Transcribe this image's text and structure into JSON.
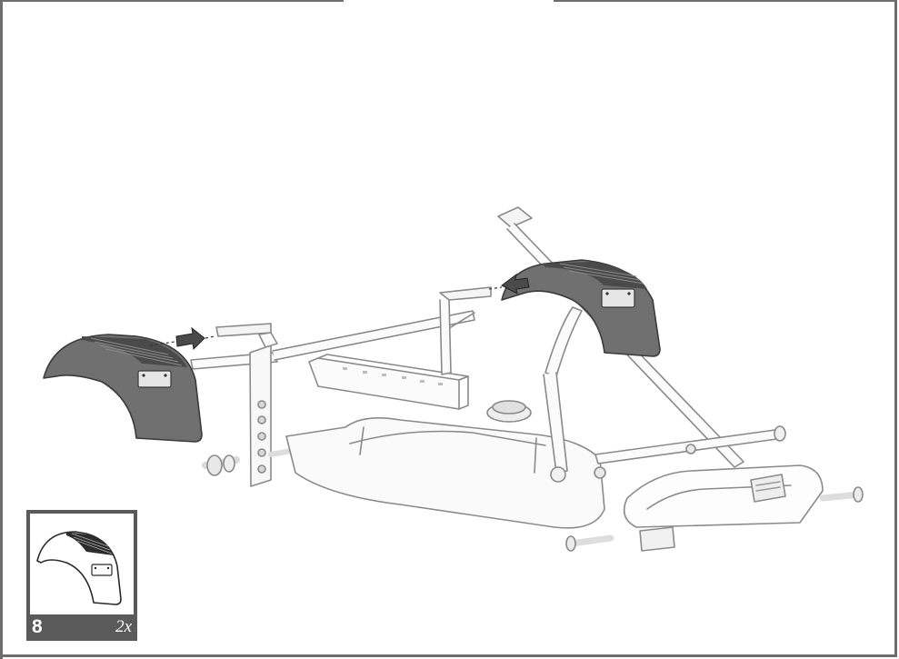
{
  "parts_box": {
    "part_number": "8",
    "quantity": "2x",
    "icon": "mudguard-icon"
  },
  "illustration": {
    "subject": "go-kart-frame",
    "parts": [
      "left-mudguard",
      "right-mudguard"
    ],
    "arrows": [
      "arrow-right",
      "arrow-left"
    ],
    "colors": {
      "frame": "#6e6e6e",
      "mudguard": "#707070",
      "part_box": "#5a5a5a",
      "arrow": "#4a4a4a"
    }
  }
}
